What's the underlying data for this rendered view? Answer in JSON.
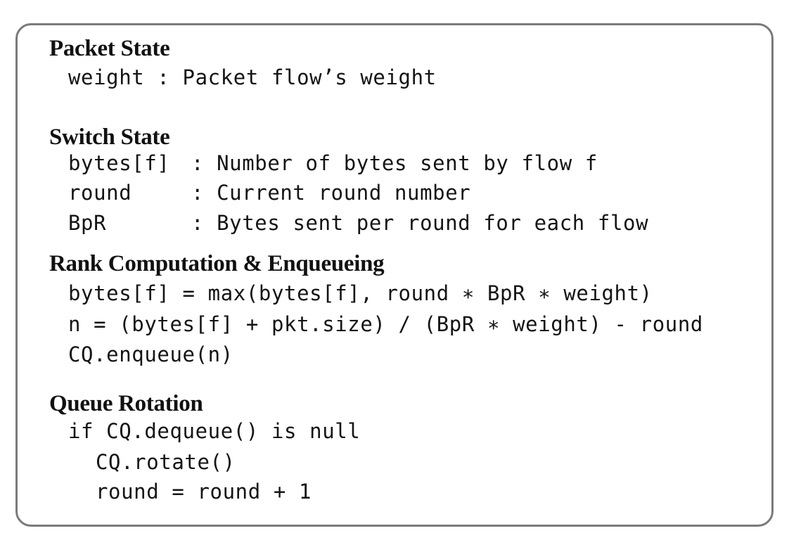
{
  "sections": {
    "packet_state": {
      "title": "Packet State",
      "lines": [
        {
          "text": "weight : Packet flow’s weight"
        }
      ]
    },
    "switch_state": {
      "title": "Switch State",
      "lines": [
        {
          "name": "bytes[f]",
          "sep": ":",
          "desc": "Number of bytes sent by flow f"
        },
        {
          "name": "round",
          "sep": ":",
          "desc": "Current round number"
        },
        {
          "name": "BpR",
          "sep": ":",
          "desc": "Bytes sent per round for each flow"
        }
      ]
    },
    "rank_computation": {
      "title": "Rank Computation & Enqueueing",
      "lines": [
        "bytes[f] = max(bytes[f], round ∗ BpR ∗ weight)",
        "n = (bytes[f] + pkt.size) / (BpR ∗ weight) - round",
        "CQ.enqueue(n)"
      ]
    },
    "queue_rotation": {
      "title": "Queue Rotation",
      "lines": [
        "if CQ.dequeue() is null",
        "CQ.rotate()",
        "round = round + 1"
      ]
    }
  }
}
